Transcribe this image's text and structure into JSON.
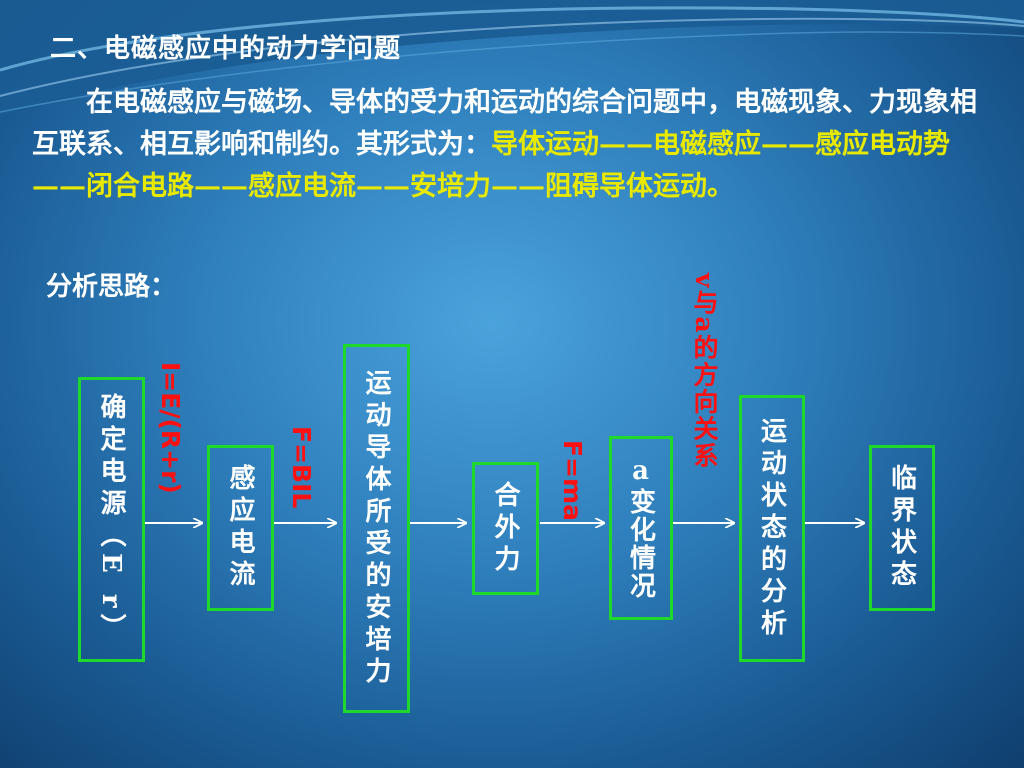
{
  "heading": "二、电磁感应中的动力学问题",
  "intro": {
    "lead": "在电磁感应与磁场、导体的受力和运动的综合问题中，电磁现象、力现象相互联系、相互影响和制约。其形式为：",
    "chain": "导体运动——电磁感应——感应电动势——闭合电路——感应电流——安培力——阻碍导体运动。"
  },
  "analysis_label": "分析思路：",
  "flow": {
    "boxes": [
      "确定电源（E r）",
      "感应电流",
      "运动导体所受的安培力",
      "合外力",
      "a变化情况",
      "运动状态的分析",
      "临界状态"
    ],
    "relations": [
      "I=E/(R+r)",
      "F=BIL",
      "F=ma",
      "v与a的方向关系"
    ]
  },
  "colors": {
    "text": "#ffffff",
    "highlight": "#e8e800",
    "box_border": "#1fd82c",
    "relation": "#ff1010"
  }
}
